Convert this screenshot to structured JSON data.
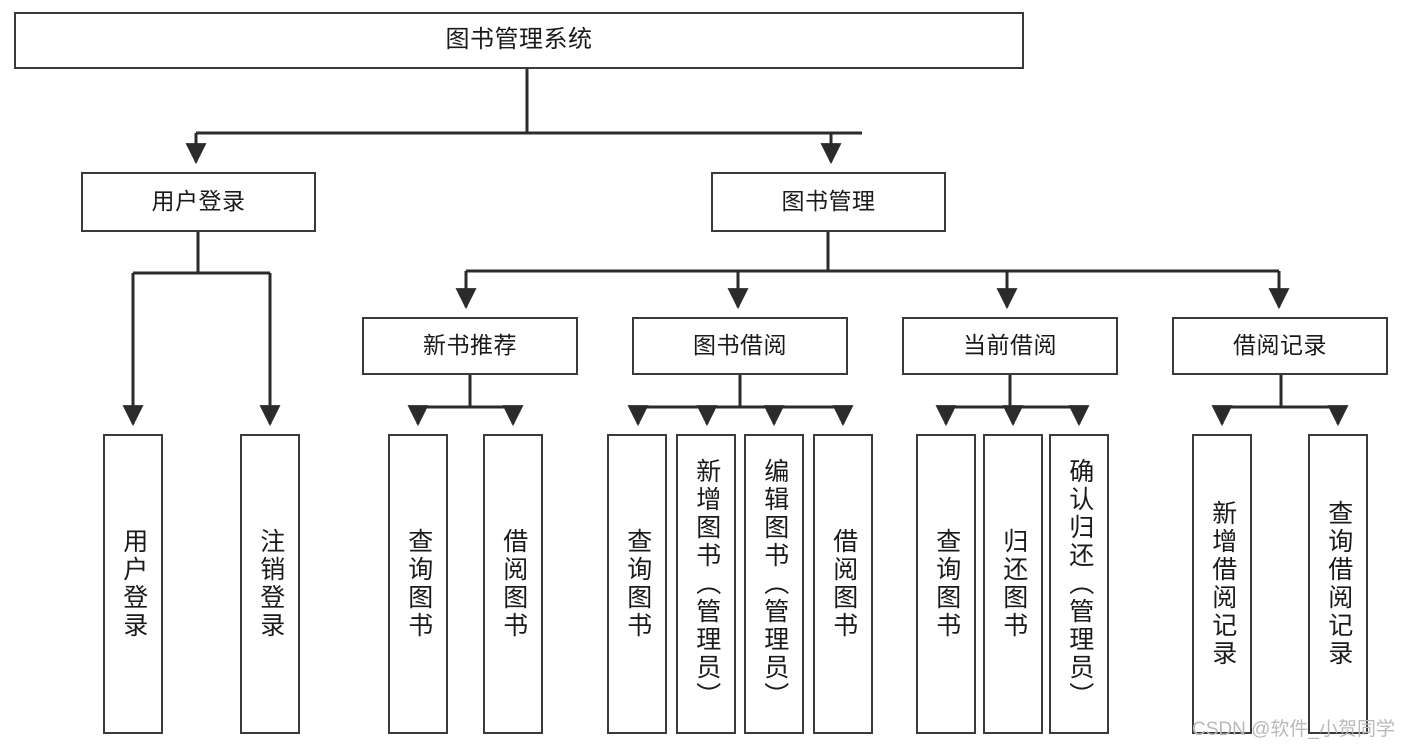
{
  "diagram": {
    "title": "图书管理系统",
    "type": "hierarchy-tree",
    "colors": {
      "background": "#ffffff",
      "box_border": "#3a3a3a",
      "box_fill": "#ffffff",
      "edge": "#2b2b2b",
      "text": "#1a1a1a",
      "watermark": "#b9b9b9"
    }
  },
  "nodes": {
    "root": {
      "label": "图书管理系统"
    },
    "level2": [
      {
        "id": "user-login",
        "label": "用户登录"
      },
      {
        "id": "book-manage",
        "label": "图书管理"
      }
    ],
    "level3": [
      {
        "id": "new-book-recommend",
        "label": "新书推荐"
      },
      {
        "id": "book-borrow",
        "label": "图书借阅"
      },
      {
        "id": "current-borrow",
        "label": "当前借阅"
      },
      {
        "id": "borrow-record",
        "label": "借阅记录"
      }
    ],
    "leaves": {
      "user-login": [
        {
          "id": "leaf-user-login",
          "label": "用户登录"
        },
        {
          "id": "leaf-logout",
          "label": "注销登录"
        }
      ],
      "new-book-recommend": [
        {
          "id": "leaf-query-book-1",
          "label": "查询图书"
        },
        {
          "id": "leaf-borrow-book-1",
          "label": "借阅图书"
        }
      ],
      "book-borrow": [
        {
          "id": "leaf-query-book-2",
          "label": "查询图书"
        },
        {
          "id": "leaf-add-book",
          "label": "新增图书（管理员）"
        },
        {
          "id": "leaf-edit-book",
          "label": "编辑图书（管理员）"
        },
        {
          "id": "leaf-borrow-book-2",
          "label": "借阅图书"
        }
      ],
      "current-borrow": [
        {
          "id": "leaf-query-book-3",
          "label": "查询图书"
        },
        {
          "id": "leaf-return-book",
          "label": "归还图书"
        },
        {
          "id": "leaf-confirm-return",
          "label": "确认归还（管理员）"
        }
      ],
      "borrow-record": [
        {
          "id": "leaf-add-record",
          "label": "新增借阅记录"
        },
        {
          "id": "leaf-query-record",
          "label": "查询借阅记录"
        }
      ]
    }
  },
  "watermark": {
    "text": "CSDN @软件_小贺同学"
  }
}
